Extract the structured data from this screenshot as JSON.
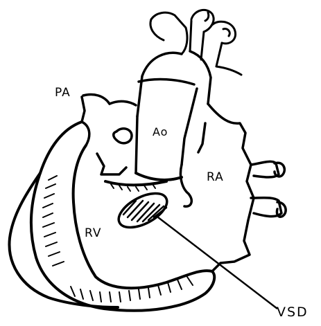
{
  "labels": {
    "pa": "PA",
    "ao": "Ao",
    "ra": "RA",
    "rv": "RV",
    "vsd": "VSD"
  },
  "colors": {
    "ink": "#000000",
    "background": "#ffffff"
  }
}
